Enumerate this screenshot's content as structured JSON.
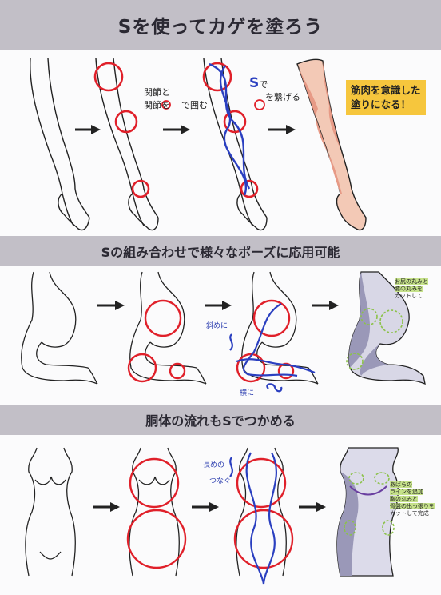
{
  "title": "Sを使ってカゲを塗ろう",
  "sections": [
    {
      "heading": "Sの組み合わせで様々なポーズに応用可能"
    },
    {
      "heading": "胴体の流れもSでつかめる"
    }
  ],
  "leg_panel": {
    "step1_label_line1": "関節と",
    "step1_label_line2_a": "関節を",
    "step1_label_line2_b": "で囲む",
    "step2_label_line1": "で",
    "step2_label_s": "S",
    "step2_label_line2": "を繋げる",
    "result_note_line1": "筋肉を意識した",
    "result_note_line2": "塗りになる！"
  },
  "kneel_panel": {
    "diag_label": "斜めに",
    "horiz_label": "横に",
    "note_line1": "お尻の丸みと",
    "note_line2": "膝の丸みを",
    "note_line3": "カットして"
  },
  "torso_panel": {
    "long_label": "長めの",
    "connect_label": "つなぐ",
    "note_line1": "あばらの",
    "note_line2": "ラインを追加",
    "note_line3": "胸の丸みと",
    "note_line4": "骨盤の出っ張りを",
    "note_line5": "カットして完成"
  },
  "colors": {
    "header_bg": "#c2bfc7",
    "circle_red": "#e0202a",
    "s_blue": "#2a3fc0",
    "skin_base": "#f3c9b6",
    "skin_shadow": "#e79a86",
    "body_shadow": "#9a98b8",
    "note_yellow": "#f6c63d",
    "note_green": "#c6e28a"
  },
  "icons": [
    "arrow-right-icon"
  ]
}
